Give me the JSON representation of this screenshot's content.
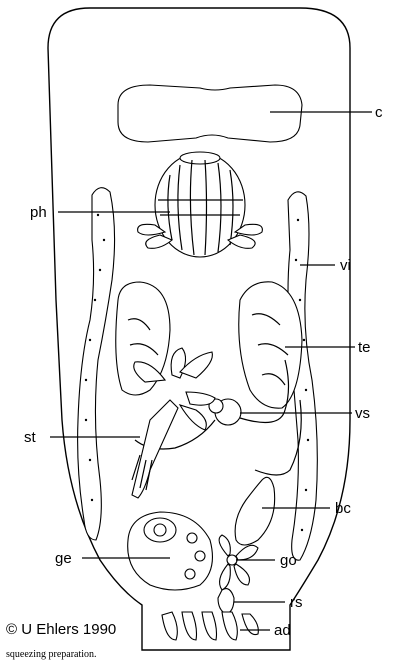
{
  "labels": {
    "c": "c",
    "ph": "ph",
    "vi": "vi",
    "te": "te",
    "vs": "vs",
    "st": "st",
    "bc": "bc",
    "ge": "ge",
    "go": "go",
    "rs": "rs",
    "ad": "ad"
  },
  "caption": {
    "copyright": "© U Ehlers 1990",
    "note": "squeezing preparation."
  }
}
